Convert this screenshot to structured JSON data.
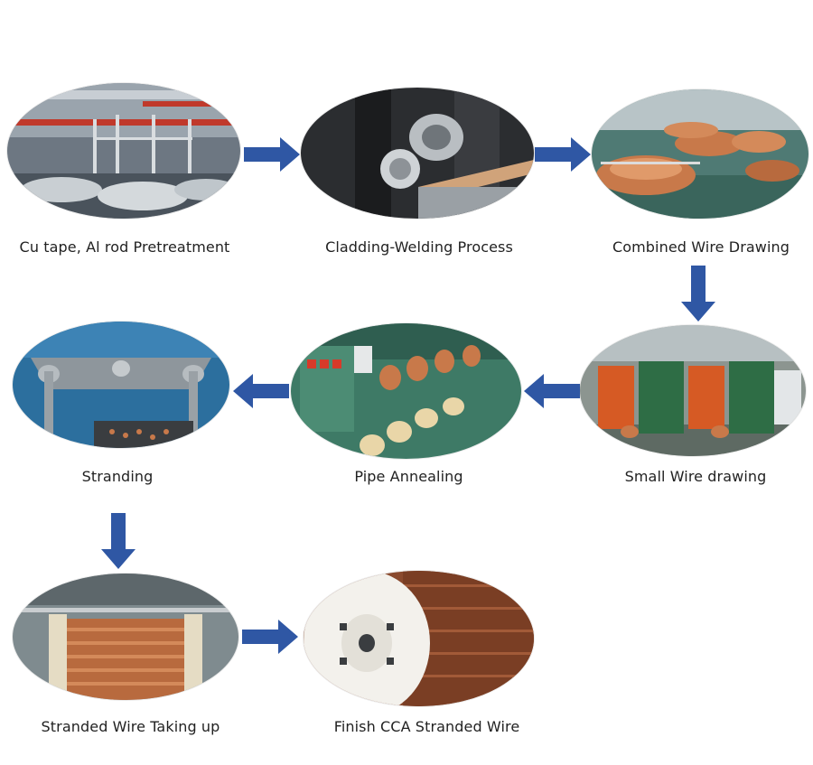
{
  "accent_color": "#2f57a4",
  "steps": [
    {
      "label": "Cu tape, Al rod Pretreatment",
      "icon": "factory-hall-icon"
    },
    {
      "label": "Cladding-Welding Process",
      "icon": "welding-machine-icon"
    },
    {
      "label": "Combined Wire Drawing",
      "icon": "copper-coils-icon"
    },
    {
      "label": "Small Wire drawing",
      "icon": "drawing-machines-icon"
    },
    {
      "label": "Pipe Annealing",
      "icon": "annealing-machine-icon"
    },
    {
      "label": "Stranding",
      "icon": "stranding-machine-icon"
    },
    {
      "label": "Stranded Wire Taking up",
      "icon": "wire-reel-icon"
    },
    {
      "label": "Finish CCA Stranded Wire",
      "icon": "finished-spool-icon"
    }
  ],
  "arrows": [
    {
      "from": 1,
      "to": 2,
      "direction": "right"
    },
    {
      "from": 2,
      "to": 3,
      "direction": "right"
    },
    {
      "from": 3,
      "to": 4,
      "direction": "down"
    },
    {
      "from": 4,
      "to": 5,
      "direction": "left"
    },
    {
      "from": 5,
      "to": 6,
      "direction": "left"
    },
    {
      "from": 6,
      "to": 7,
      "direction": "down"
    },
    {
      "from": 7,
      "to": 8,
      "direction": "right"
    }
  ]
}
